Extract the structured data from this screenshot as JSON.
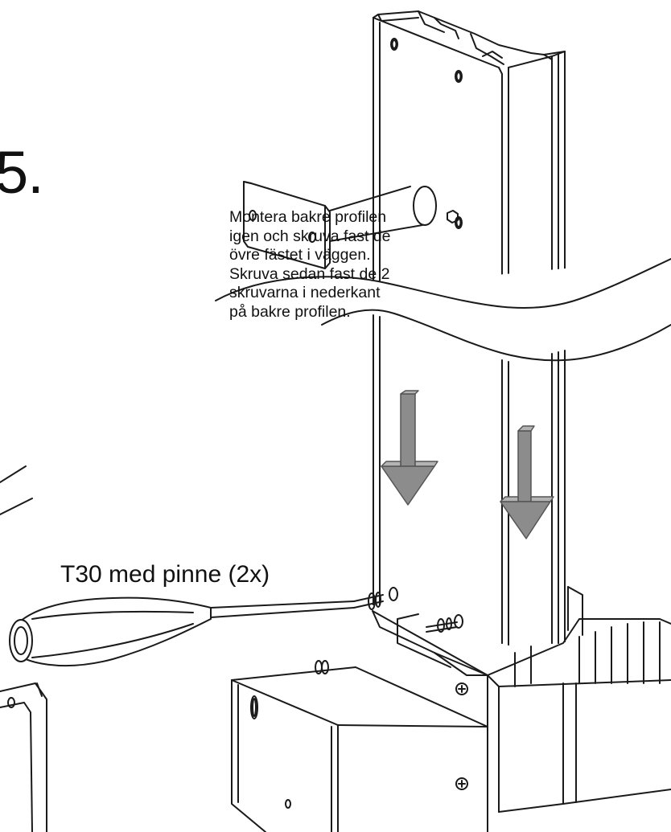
{
  "step": {
    "number": "5."
  },
  "instructions": {
    "lines": [
      "Montera bakre profilen",
      "igen och skruva fast de",
      "övre fästet i väggen.",
      "Skruva sedan fast de 2",
      "skruvarna i nederkant",
      "på bakre profilen."
    ]
  },
  "tool": {
    "label": "T30 med pinne (2x)"
  },
  "colors": {
    "line": "#1a1a1a",
    "arrow_fill": "#8c8c8c",
    "arrow_side": "#b4b4b4",
    "background": "#ffffff"
  }
}
